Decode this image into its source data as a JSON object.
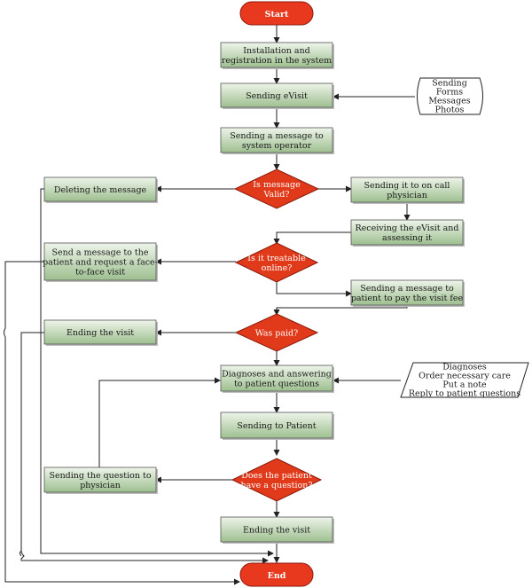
{
  "colors": {
    "terminal": "#e8381e",
    "decision": "#e03a1a",
    "process_top": "#eef5ea",
    "process_bottom": "#9dbf8f",
    "line": "#222222"
  },
  "terminals": {
    "start": "Start",
    "end": "End"
  },
  "processes": {
    "install": [
      "Installation and",
      "registration in the system"
    ],
    "send_evisit": [
      "Sending eVisit"
    ],
    "send_operator": [
      "Sending a message to",
      "system operator"
    ],
    "delete_message": [
      "Deleting the message"
    ],
    "send_on_call": [
      "Sending it to on call",
      "physician"
    ],
    "receive_assess": [
      "Receiving the eVisit and",
      "assessing it"
    ],
    "face_to_face": [
      "Send a message to the",
      "patient and request a face-",
      "to-face visit"
    ],
    "pay_fee": [
      "Sending a message to",
      "patient to pay the visit fee"
    ],
    "ending_visit_1": [
      "Ending the visit"
    ],
    "diagnoses": [
      "Diagnoses and answering",
      "to patient questions"
    ],
    "send_patient": [
      "Sending to Patient"
    ],
    "question_physician": [
      "Sending the question to",
      "physician"
    ],
    "ending_visit_2": [
      "Ending the visit"
    ]
  },
  "decisions": {
    "valid": [
      "Is message",
      "Valid?"
    ],
    "treatable": [
      "Is it treatable",
      "online?"
    ],
    "paid": [
      "Was paid?"
    ],
    "question": [
      "Does the patient",
      "have a question?"
    ]
  },
  "inputs": {
    "documents": [
      "Sending",
      "Forms",
      "Messages",
      "Photos"
    ],
    "physician_actions": [
      "Diagnoses",
      "Order necessary care",
      "Put a note",
      "Reply to patient questions"
    ]
  }
}
